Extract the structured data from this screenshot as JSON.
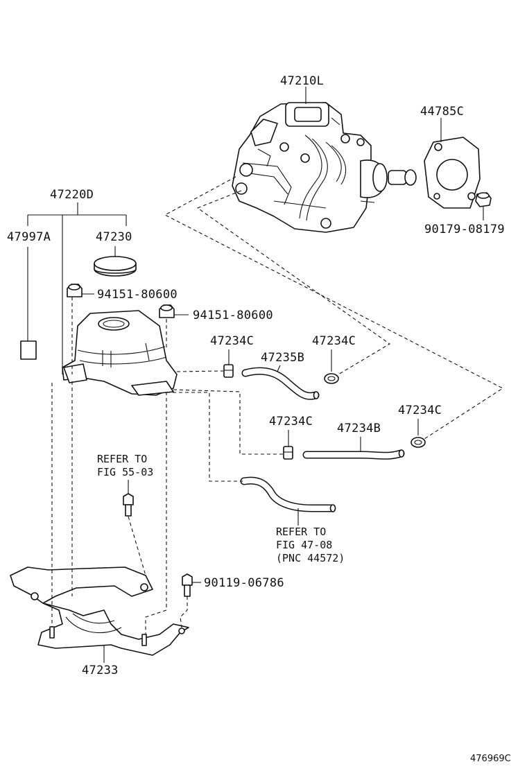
{
  "labels": {
    "p47210L": "47210L",
    "p44785C": "44785C",
    "p90179": "90179-08179",
    "p47220D": "47220D",
    "p47997A": "47997A",
    "p47230": "47230",
    "p94151a": "94151-80600",
    "p94151b": "94151-80600",
    "p47234C_a": "47234C",
    "p47234C_b": "47234C",
    "p47235B": "47235B",
    "p47234C_c": "47234C",
    "p47234B": "47234B",
    "p47234C_d": "47234C",
    "refer1_line1": "REFER TO",
    "refer1_line2": "FIG 55-03",
    "refer2_line1": "REFER TO",
    "refer2_line2": "FIG 47-08",
    "refer2_line3": "(PNC 44572)",
    "p90119": "90119-06786",
    "p47233": "47233",
    "diagram_code": "476969C"
  }
}
